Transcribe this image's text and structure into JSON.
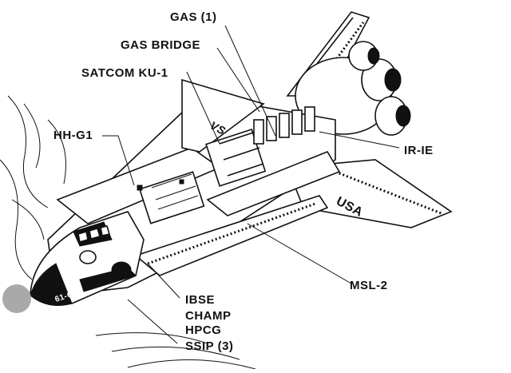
{
  "diagram": {
    "labels": {
      "gas1": "GAS (1)",
      "gas_bridge": "GAS BRIDGE",
      "satcom": "SATCOM KU-1",
      "hhg1": "HH-G1",
      "irie": "IR-IE",
      "msl2": "MSL-2",
      "ibse": "IBSE",
      "champ": "CHAMP",
      "hpcg": "HPCG",
      "ssip": "SSIP (3)"
    },
    "markings": {
      "tail": "VS",
      "wing": "USA",
      "nose": "61-C"
    }
  }
}
